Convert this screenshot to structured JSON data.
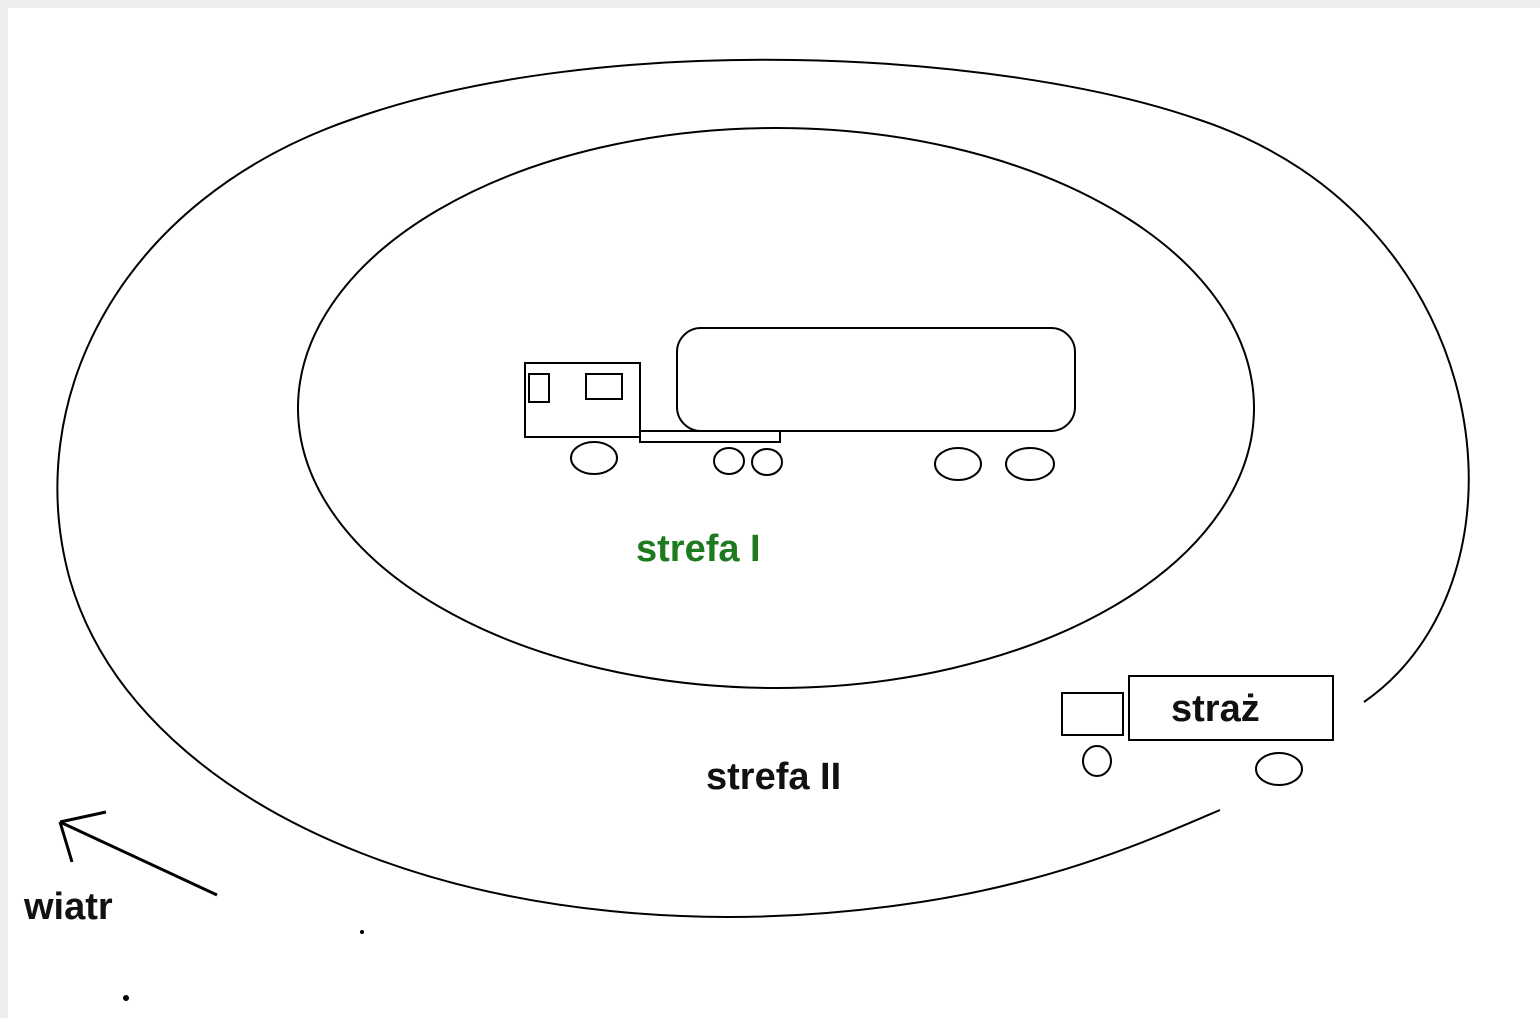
{
  "diagram": {
    "zone_inner_label": "strefa I",
    "zone_outer_label": "strefa II",
    "fire_truck_label": "straż",
    "wind_label": "wiatr"
  },
  "colors": {
    "background": "#ffffff",
    "line": "#000000",
    "zone_inner_text": "#1e7a1e",
    "text": "#111111"
  }
}
